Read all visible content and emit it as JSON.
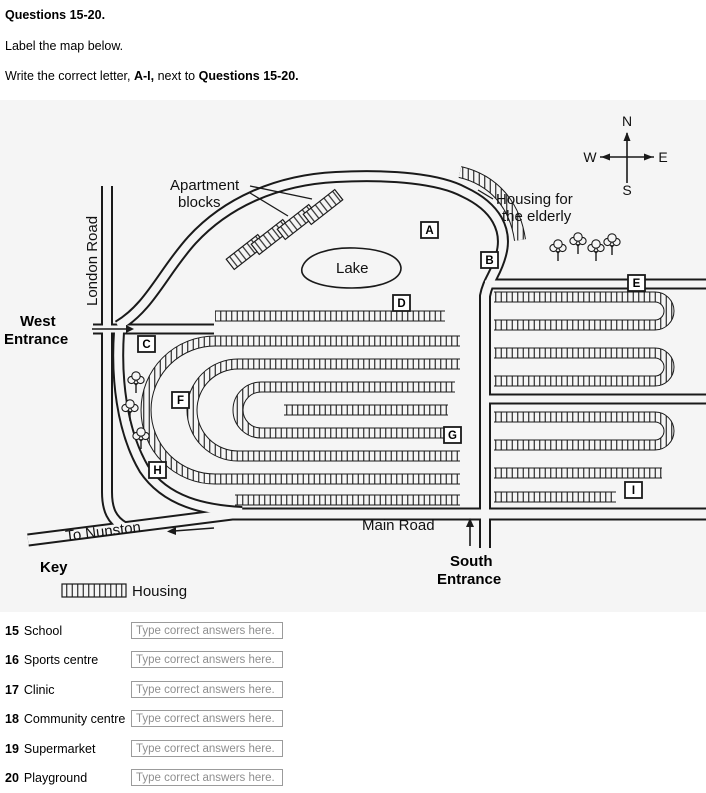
{
  "colors": {
    "map_background": "#f5f5f5",
    "ink": "#1a1a1a",
    "input_border": "#9b9b9b",
    "placeholder_text": "#8f8f8f"
  },
  "instructions": {
    "title": "Questions 15-20.",
    "subtitle": "Label the map below.",
    "line3": {
      "part1": "Write the correct letter, ",
      "bold1": "A-I,",
      "part2": " next to ",
      "bold2": "Questions 15-20."
    }
  },
  "map": {
    "compass": {
      "n": "N",
      "s": "S",
      "e": "E",
      "w": "W"
    },
    "labels": {
      "apartment_blocks_line1": "Apartment",
      "apartment_blocks_line2": "blocks",
      "housing_elderly_line1": "Housing for",
      "housing_elderly_line2": "the elderly",
      "london_road": "London Road",
      "west_entrance_line1": "West",
      "west_entrance_line2": "Entrance",
      "lake": "Lake",
      "to_nunston": "To Nunston",
      "main_road": "Main Road",
      "south_entrance_line1": "South",
      "south_entrance_line2": "Entrance",
      "key_title": "Key",
      "key_housing": "Housing"
    },
    "markers": [
      {
        "letter": "A"
      },
      {
        "letter": "B"
      },
      {
        "letter": "C"
      },
      {
        "letter": "D"
      },
      {
        "letter": "E"
      },
      {
        "letter": "F"
      },
      {
        "letter": "G"
      },
      {
        "letter": "H"
      },
      {
        "letter": "I"
      }
    ]
  },
  "questions": [
    {
      "number": "15",
      "label": "School",
      "placeholder": "Type correct answers here."
    },
    {
      "number": "16",
      "label": "Sports centre",
      "placeholder": "Type correct answers here."
    },
    {
      "number": "17",
      "label": "Clinic",
      "placeholder": "Type correct answers here."
    },
    {
      "number": "18",
      "label": "Community centre",
      "placeholder": "Type correct answers here."
    },
    {
      "number": "19",
      "label": "Supermarket",
      "placeholder": "Type correct answers here."
    },
    {
      "number": "20",
      "label": "Playground",
      "placeholder": "Type correct answers here."
    }
  ]
}
